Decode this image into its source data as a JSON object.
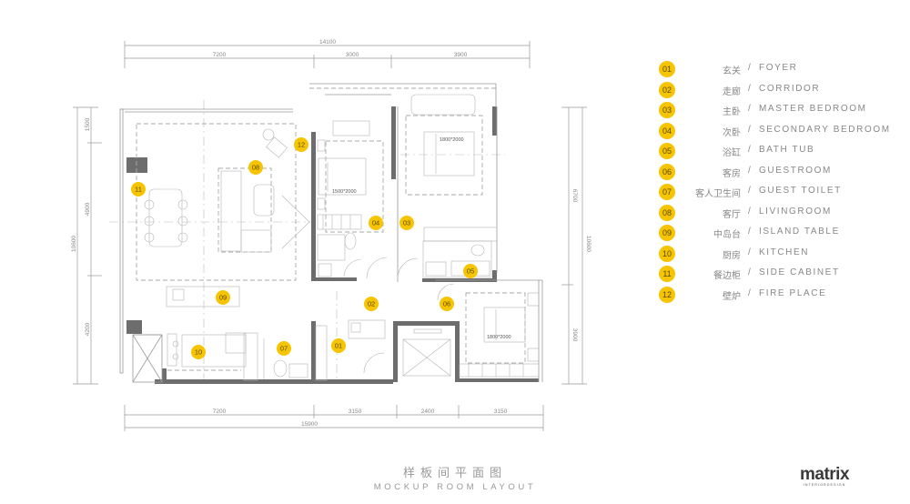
{
  "dimensions": {
    "top_total": "14100",
    "top_segments": [
      "7200",
      "3000",
      "3900"
    ],
    "bottom_segments": [
      "7200",
      "3150",
      "2400",
      "3150"
    ],
    "bottom_total": "15900",
    "left_total": "10600",
    "left_segments": [
      "1500",
      "4900",
      "4200"
    ],
    "right_total": "10600",
    "right_segments": [
      "6700",
      "3900"
    ]
  },
  "beds": {
    "master": "1800*2000",
    "secondary": "1500*2000",
    "guest": "1800*2000"
  },
  "plan_badges": {
    "b01": "01",
    "b02": "02",
    "b03": "03",
    "b04": "04",
    "b05": "05",
    "b06": "06",
    "b07": "07",
    "b08": "08",
    "b09": "09",
    "b10": "10",
    "b11": "11",
    "b12": "12"
  },
  "legend": [
    {
      "num": "01",
      "cn": "玄关",
      "en": "FOYER"
    },
    {
      "num": "02",
      "cn": "走廊",
      "en": "CORRIDOR"
    },
    {
      "num": "03",
      "cn": "主卧",
      "en": "MASTER BEDROOM"
    },
    {
      "num": "04",
      "cn": "次卧",
      "en": "SECONDARY BEDROOM"
    },
    {
      "num": "05",
      "cn": "浴缸",
      "en": "BATH TUB"
    },
    {
      "num": "06",
      "cn": "客房",
      "en": "GUESTROOM"
    },
    {
      "num": "07",
      "cn": "客人卫生间",
      "en": "GUEST TOILET"
    },
    {
      "num": "08",
      "cn": "客厅",
      "en": "LIVINGROOM"
    },
    {
      "num": "09",
      "cn": "中岛台",
      "en": "ISLAND TABLE"
    },
    {
      "num": "10",
      "cn": "厨房",
      "en": "KITCHEN"
    },
    {
      "num": "11",
      "cn": "餐边柜",
      "en": "SIDE CABINET"
    },
    {
      "num": "12",
      "cn": "壁炉",
      "en": "FIRE PLACE"
    }
  ],
  "legend_separator": "/",
  "title": {
    "cn": "样板间平面图",
    "en": "MOCKUP ROOM LAYOUT"
  },
  "logo": {
    "name": "matrix",
    "tagline": "INTERIORDESIGN"
  },
  "colors": {
    "badge": "#f6c400",
    "wall": "#6d6d6d",
    "text": "#888888"
  }
}
